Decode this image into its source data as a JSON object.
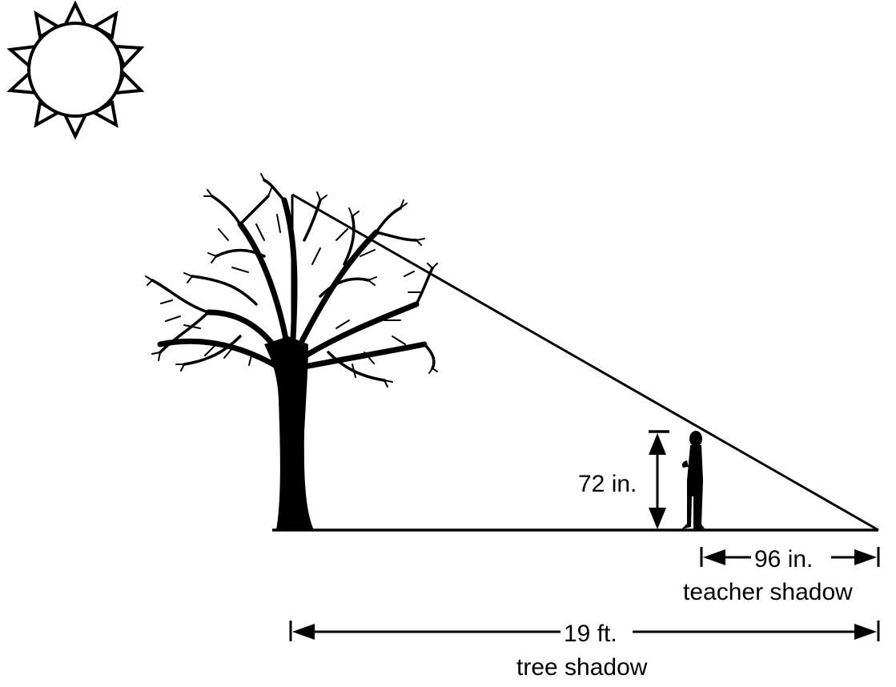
{
  "diagram": {
    "type": "similar-triangles-shadow-problem",
    "colors": {
      "stroke": "#000000",
      "background": "#ffffff"
    },
    "icons": [
      "sun-icon",
      "tree-silhouette",
      "teacher-silhouette"
    ],
    "teacher_height": {
      "value": 72,
      "unit": "in.",
      "label": "72 in."
    },
    "teacher_shadow": {
      "value": 96,
      "unit": "in.",
      "label": "96 in.",
      "caption": "teacher shadow"
    },
    "tree_shadow": {
      "value": 19,
      "unit": "ft.",
      "label": "19 ft.",
      "caption": "tree shadow"
    }
  }
}
